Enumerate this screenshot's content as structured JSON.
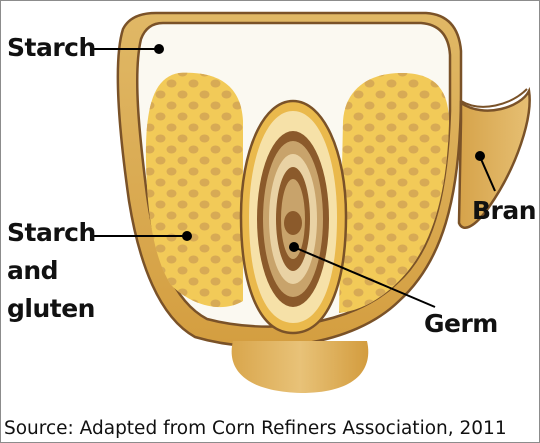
{
  "labels": {
    "starch": "Starch",
    "starch_and_gluten": [
      "Starch",
      "and",
      "gluten"
    ],
    "bran": "Bran",
    "germ": "Germ"
  },
  "source": "Source: Adapted from Corn Refiners Association, 2011",
  "colors": {
    "bran_hull": "#D8A952",
    "bran_outline": "#7A5228",
    "starch_region": "#FBF9F1",
    "starch_gluten_yellow": "#F2CA58",
    "gluten_dots": "#D7AA55",
    "germ_outer": "#EAB94C",
    "germ_brown": "#8B5A2B",
    "germ_tan": "#C8A36B",
    "germ_light": "#E9D2A4"
  },
  "icons": [
    "corn-kernel-cross-section"
  ]
}
